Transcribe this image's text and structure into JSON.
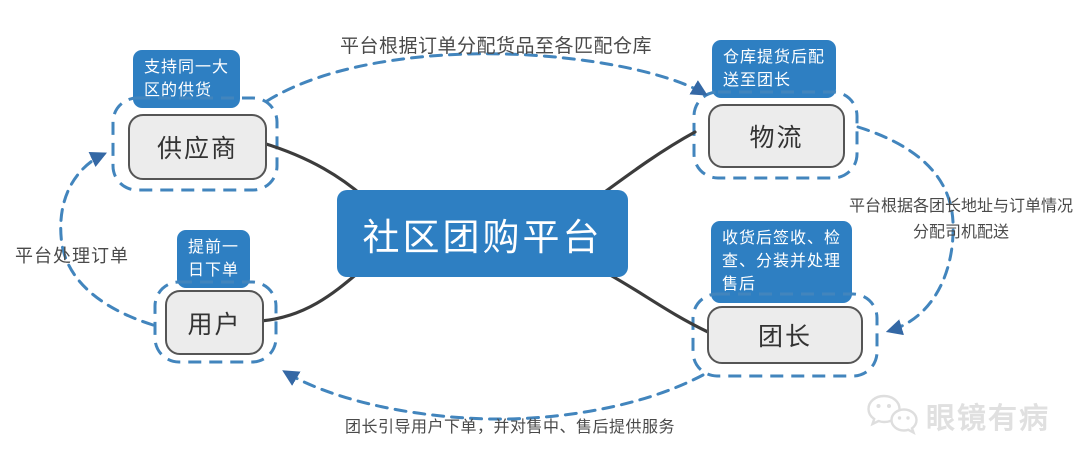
{
  "colors": {
    "accent_blue": "#2e7fc2",
    "dashed_blue": "#4285bd",
    "arrowhead_blue": "#3468a5",
    "solid_line": "#3c3c3c",
    "node_fill": "#ececec",
    "node_border": "#555555",
    "node_text": "#333333",
    "note_text": "#4a4a4a",
    "watermark_gray": "#e0e0e0"
  },
  "center": {
    "label": "社区团购平台"
  },
  "nodes": {
    "supplier": {
      "label": "供应商",
      "badge": "支持同一大\n区的供货"
    },
    "logistics": {
      "label": "物流",
      "badge": "仓库提货后配\n送至团长"
    },
    "leader": {
      "label": "团长",
      "badge": "收货后签收、检\n查、分装并处理\n售后"
    },
    "user": {
      "label": "用户",
      "badge": "提前一\n日下单"
    }
  },
  "edges": [
    {
      "from": "用户",
      "to": "供应商",
      "style": "dashed-arrow",
      "label": "平台处理订单"
    },
    {
      "from": "供应商",
      "to": "物流",
      "style": "dashed-arrow",
      "label": "平台根据订单分配货品至各匹配仓库"
    },
    {
      "from": "物流",
      "to": "团长",
      "style": "dashed-arrow",
      "label": "平台根据各团长地址与订单情况\n分配司机配送"
    },
    {
      "from": "团长",
      "to": "用户",
      "style": "dashed-arrow",
      "label": "团长引导用户下单，并对售中、售后提供服务"
    },
    {
      "from": "社区团购平台",
      "to": "供应商",
      "style": "solid",
      "label": ""
    },
    {
      "from": "社区团购平台",
      "to": "物流",
      "style": "solid",
      "label": ""
    },
    {
      "from": "社区团购平台",
      "to": "用户",
      "style": "solid",
      "label": ""
    },
    {
      "from": "社区团购平台",
      "to": "团长",
      "style": "solid",
      "label": ""
    }
  ],
  "watermark": {
    "label": "眼镜有病",
    "icon": "wechat-bubbles-icon"
  }
}
